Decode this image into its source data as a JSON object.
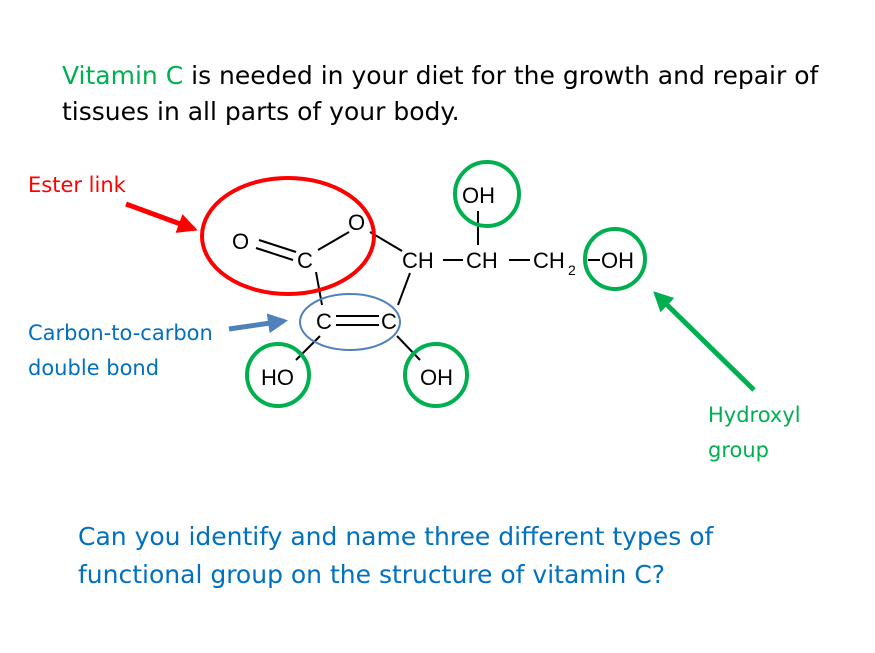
{
  "intro": {
    "highlight": "Vitamin C",
    "rest": " is needed in your diet for the growth and repair of tissues in all parts of your body."
  },
  "labels": {
    "ester_link": "Ester link",
    "carbon_double_bond": "Carbon-to-carbon double bond",
    "hydroxyl_group": "Hydroxyl group"
  },
  "structure": {
    "atoms": {
      "o_carbonyl": "O",
      "c_carbonyl": "C",
      "o_ring": "O",
      "ch_ring": "CH",
      "ch_side": "CH",
      "ch2": "CH",
      "ch2_sub": "2",
      "oh_terminal": "OH",
      "oh_top": "OH",
      "c_left": "C",
      "c_right": "C",
      "ho_left": "HO",
      "oh_right": "OH"
    },
    "colors": {
      "ester": "#ff0000",
      "double_bond": "#4f81bd",
      "hydroxyl": "#00b050",
      "bond": "#000000"
    }
  },
  "question": "Can you identify and name three different types of functional group on the structure of vitamin C?"
}
